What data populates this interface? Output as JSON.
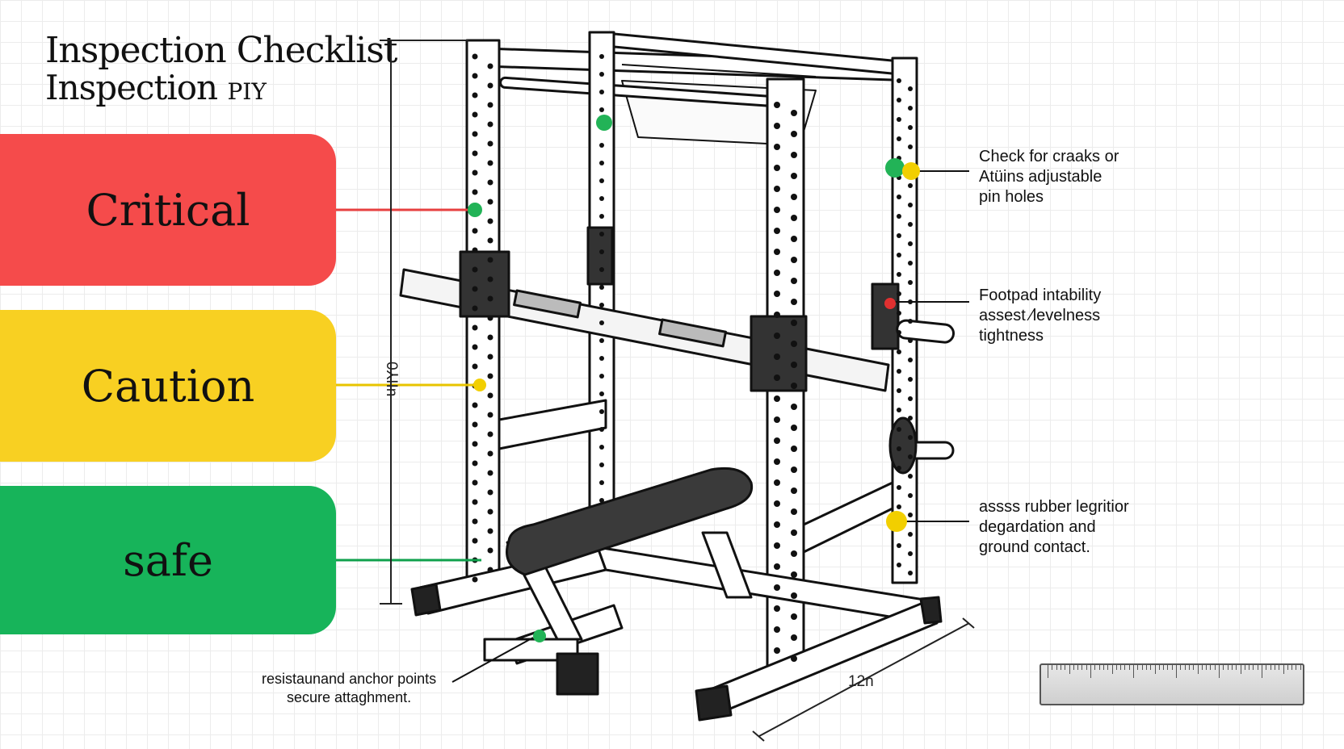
{
  "header": {
    "title": "Inspection Checklist",
    "subtitle_main": "Inspection ",
    "subtitle_small": "PIY"
  },
  "status_levels": [
    {
      "label": "Critical",
      "color": "#f54b4b",
      "line_color": "#e74040",
      "dot_color": "#22b357"
    },
    {
      "label": "Caution",
      "color": "#f8d022",
      "line_color": "#e8c400",
      "dot_color": "#f2cf00"
    },
    {
      "label": "safe",
      "color": "#17b45a",
      "line_color": "#0fa04c",
      "dot_color": "#22b357"
    }
  ],
  "callouts": {
    "top_right": "Check for craaks or\nAtüins adjustable\npin holes",
    "mid_right": "Footpad intability\nassest ⁄levelness\ntightness",
    "bottom_right": "assss rubber legritior\ndegardation and\nground contact.",
    "bottom_left": "resistaunand anchor points\nsecure attaghment."
  },
  "dimensions": {
    "height_label": "0⅄IIn",
    "depth_label": "12n"
  },
  "icons": {
    "rack": "power-rack-illustration",
    "ruler": "ruler-icon"
  }
}
